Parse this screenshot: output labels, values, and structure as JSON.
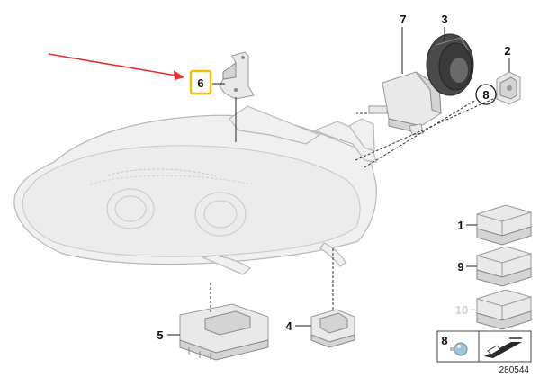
{
  "callouts": {
    "c1": "1",
    "c2": "2",
    "c3": "3",
    "c4": "4",
    "c5": "5",
    "c6": "6",
    "c7": "7",
    "c8": "8",
    "c9": "9",
    "c10": "10",
    "legend8": "8"
  },
  "diagram_number": "280544",
  "colors": {
    "highlight_box": "#f2c200",
    "pointer_arrow": "#e53030",
    "callout_text": "#111111",
    "inactive_callout": "#cfcfcf"
  },
  "icons": {
    "arrow": "red-pointer-arrow",
    "bulb": "bulb-icon",
    "grease": "grease-tube-icon"
  }
}
